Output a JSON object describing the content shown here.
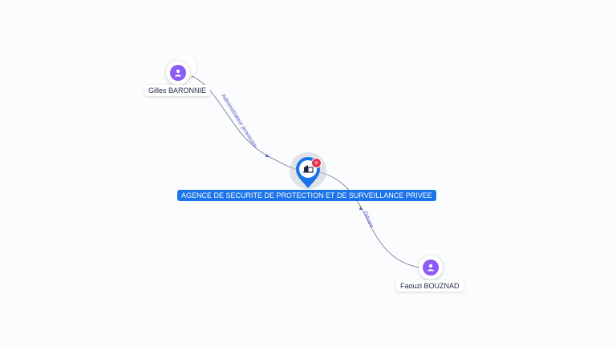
{
  "company": {
    "name": "AGENCE DE SECURITE DE PROTECTION ET DE SURVEILLANCE PRIVEE",
    "icon": "building-icon",
    "color": "#1a73e8",
    "badge_icon": "close-icon",
    "badge_color": "#e8344e"
  },
  "people": [
    {
      "name": "Gilles BARONNIE",
      "icon": "person-icon",
      "color": "#8b5cf6"
    },
    {
      "name": "Faouzi BOUZNAD",
      "icon": "person-icon",
      "color": "#8b5cf6"
    }
  ],
  "relations": [
    {
      "label": "Administrateur provisoire"
    },
    {
      "label": "Gérant"
    }
  ],
  "edge_color": "#6b7280",
  "relation_label_color": "#5b55c9"
}
